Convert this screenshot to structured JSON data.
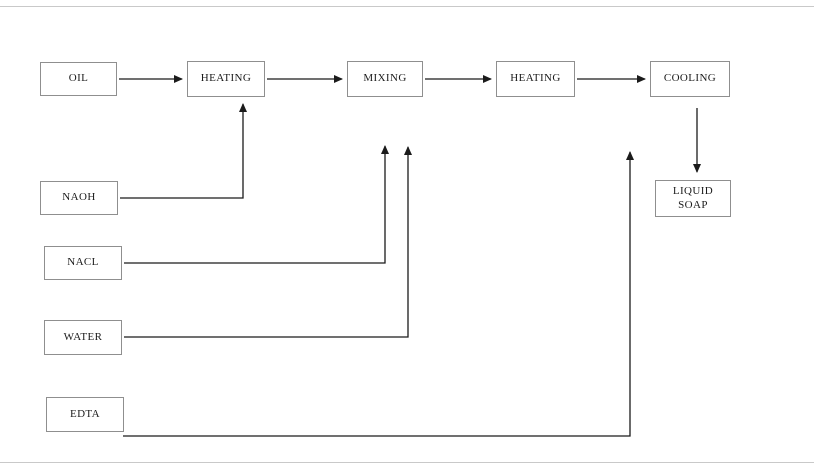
{
  "diagram": {
    "description": "liquid soap production process flowchart",
    "nodes": {
      "oil": {
        "label": "OIL"
      },
      "heating1": {
        "label": "HEATING"
      },
      "mixing": {
        "label": "MIXING"
      },
      "heating2": {
        "label": "HEATING"
      },
      "cooling": {
        "label": "COOLING"
      },
      "liquid_soap": {
        "label": "LIQUID SOAP"
      },
      "naoh": {
        "label": "NAOH"
      },
      "nacl": {
        "label": "NACL"
      },
      "water": {
        "label": "WATER"
      },
      "edta": {
        "label": "EDTA"
      }
    },
    "edges": [
      {
        "from": "oil",
        "to": "heating1"
      },
      {
        "from": "heating1",
        "to": "mixing"
      },
      {
        "from": "mixing",
        "to": "heating2"
      },
      {
        "from": "heating2",
        "to": "cooling"
      },
      {
        "from": "cooling",
        "to": "liquid_soap"
      },
      {
        "from": "naoh",
        "to": "heating1"
      },
      {
        "from": "nacl",
        "to": "mixing"
      },
      {
        "from": "water",
        "to": "mixing"
      },
      {
        "from": "edta",
        "to": "cooling"
      }
    ],
    "colors": {
      "box_border": "#8f8f8f",
      "arrow": "#1b1b1b",
      "text": "#1b1b1b",
      "background": "#ffffff"
    }
  }
}
